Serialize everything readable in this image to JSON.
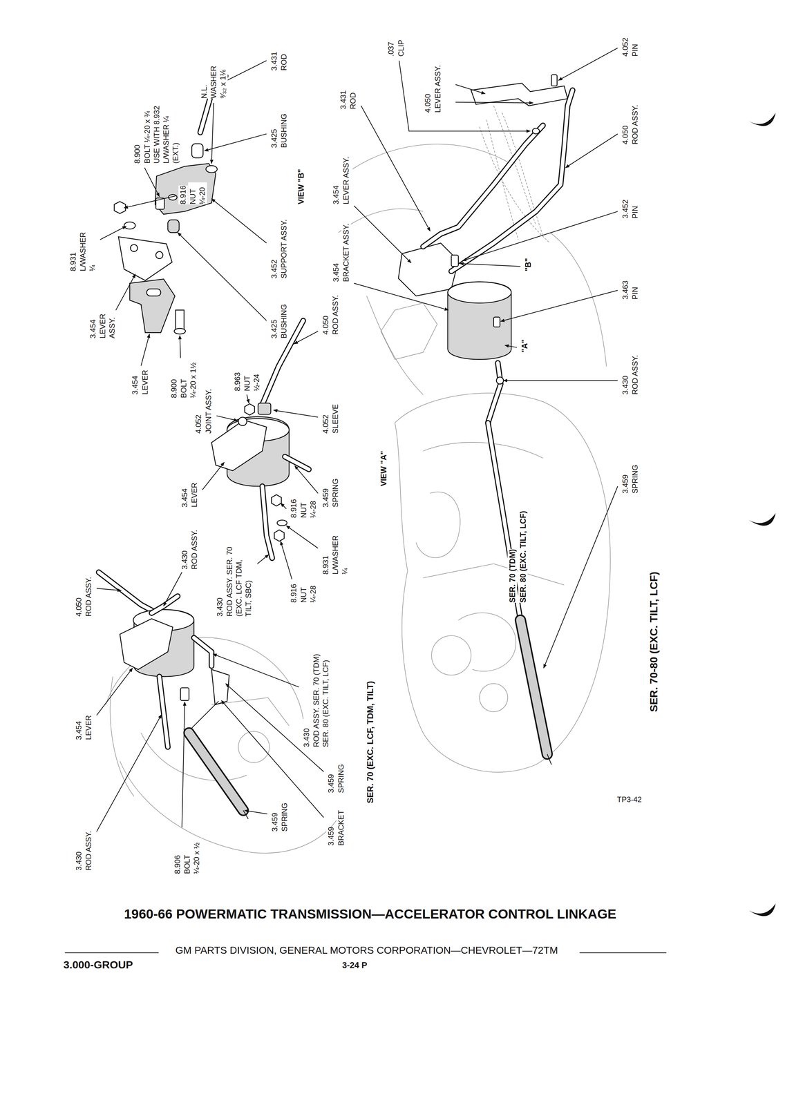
{
  "diagram": {
    "title": "1960-66 POWERMATIC TRANSMISSION—ACCELERATOR CONTROL LINKAGE",
    "labels": [
      "N.L. WASHER ⁹⁄₃₂ x 1⅛",
      "8.916",
      "NUT ¼-20",
      "8.900",
      "BOLT ¼-20 x ¾ USE WITH 8.932 L/WASHER ¼ (EXT.)",
      "8.931",
      "L/WASHER ¼",
      "3.454",
      "LEVER ASSY.",
      "3.454",
      "LEVER",
      "8.900",
      "BOLT ¼-20 x 1½",
      "3.425",
      "BUSHING",
      "3.452",
      "SUPPORT ASSY.",
      "VIEW \"B\"",
      "3.425",
      "BUSHING",
      "3.431",
      "ROD",
      "3.454",
      "LEVER",
      "4.052",
      "JOINT ASSY.",
      "8.963",
      "NUT ½-24",
      "4.050",
      "ROD ASSY.",
      "4.052",
      "SLEEVE",
      "3.459",
      "SPRING",
      "8.916",
      "NUT ¼-28",
      "8.931",
      "L/WASHER ¼",
      "VIEW \"A\"",
      "8.916",
      "NUT ¼-28",
      "3.430",
      "ROD ASSY. SER. 70 (EXC. LCF TDM, TILT, SBC)",
      "4.050",
      "ROD ASSY.",
      "3.430",
      "ROD ASSY.",
      "3.454",
      "LEVER",
      "3.430",
      "ROD ASSY.",
      "8.906",
      "BOLT ¼-20 x ½",
      "3.459",
      "SPRING",
      "3.459",
      "BRACKET",
      "3.459",
      "SPRING",
      "3.430",
      "ROD ASSY. SER. 70 (TDM) SER. 80 (EXC. TILT, LCF)",
      "SER. 70 (EXC. LCF, TDM, TILT)",
      ".037",
      "CLIP",
      "3.431",
      "ROD",
      "3.454",
      "LEVER ASSY.",
      "3.454",
      "BRACKET ASSY.",
      "4.050",
      "LEVER ASSY.",
      "4.052",
      "PIN",
      "4.050",
      "ROD ASSY.",
      "3.452",
      "PIN",
      "3.463",
      "PIN",
      "3.430",
      "ROD ASSY.",
      "3.459",
      "SPRING",
      "\"B\"",
      "\"A\"",
      "SER. 70 (TDM)",
      "SER. 80 (EXC. TILT, LCF)",
      "SER. 70-80 (EXC. TILT, LCF)",
      "TP3-42",
      "GM PARTS DIVISION, GENERAL MOTORS CORPORATION—CHEVROLET—72TM",
      "3.000-GROUP",
      "3-24 P"
    ]
  }
}
